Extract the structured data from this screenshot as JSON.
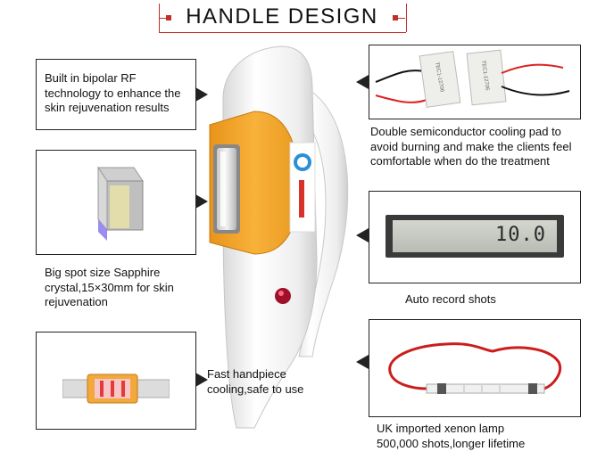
{
  "title": "HANDLE DESIGN",
  "features": {
    "rf": {
      "text": "Built in bipolar RF technology to enhance the skin rejuvenation results"
    },
    "crystal": {
      "text": "Big spot size Sapphire crystal,15×30mm for skin rejuvenation"
    },
    "cooling": {
      "text": "Fast handpiece cooling,safe to use"
    },
    "semiconductor": {
      "text": "Double semiconductor cooling pad to avoid burning and make the clients feel comfortable when do the treatment"
    },
    "record": {
      "text": "Auto record shots"
    },
    "lamp": {
      "text": "UK imported xenon lamp 500,000 shots,longer lifetime"
    }
  },
  "display": {
    "digits": "10.0"
  },
  "pad_labels": {
    "left": "TEC1-12706",
    "right": "TEC1-12706"
  },
  "colors": {
    "accent_red": "#c0302b",
    "handle_orange": "#f5a623",
    "handle_white": "#f4f4f4"
  }
}
